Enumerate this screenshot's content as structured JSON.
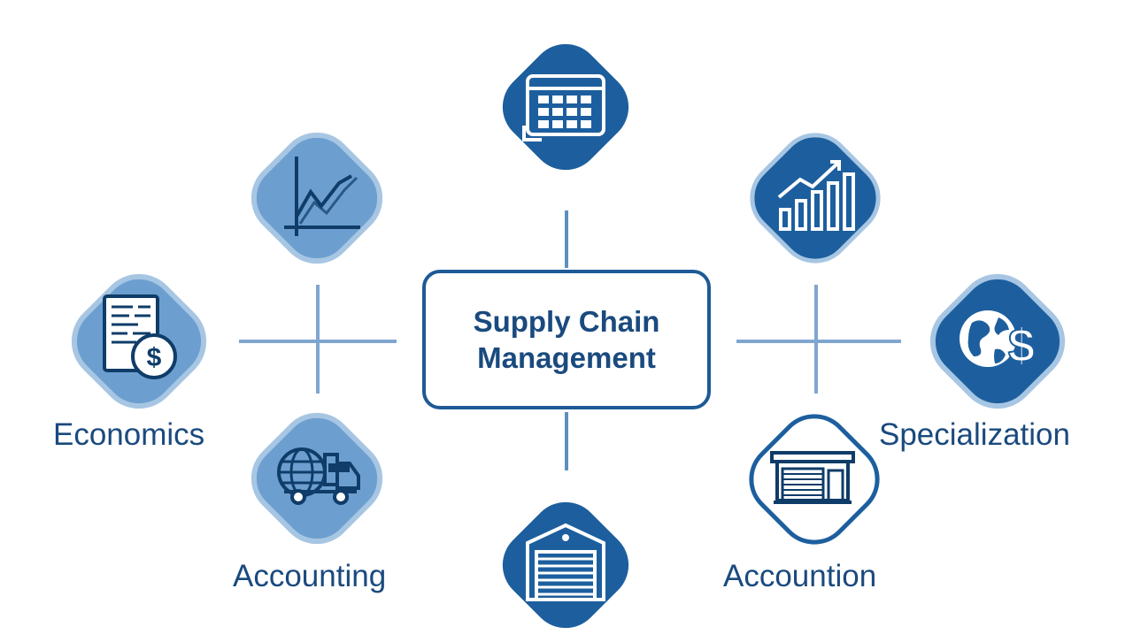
{
  "center": {
    "title": "Supply Chain Management"
  },
  "labels": {
    "economics": "Economics",
    "specialization": "Specialization",
    "accounting": "Accounting",
    "accountion": "Accountion"
  },
  "nodes": [
    {
      "id": "top",
      "icon": "calendar-grid-icon"
    },
    {
      "id": "top-left",
      "icon": "line-chart-icon"
    },
    {
      "id": "top-right",
      "icon": "bar-chart-growth-icon"
    },
    {
      "id": "left",
      "icon": "invoice-dollar-icon"
    },
    {
      "id": "right",
      "icon": "globe-dollar-icon"
    },
    {
      "id": "bottom-left",
      "icon": "globe-truck-icon"
    },
    {
      "id": "bottom-right",
      "icon": "storefront-icon"
    },
    {
      "id": "bottom",
      "icon": "warehouse-icon"
    }
  ],
  "colors": {
    "dark_tile": "#1d5f9e",
    "light_tile": "#6c9fcf",
    "light_tile_border": "#a7c6e3",
    "line": "#5d8fc1",
    "text": "#1a4a7e",
    "center_border": "#1d5a96"
  }
}
